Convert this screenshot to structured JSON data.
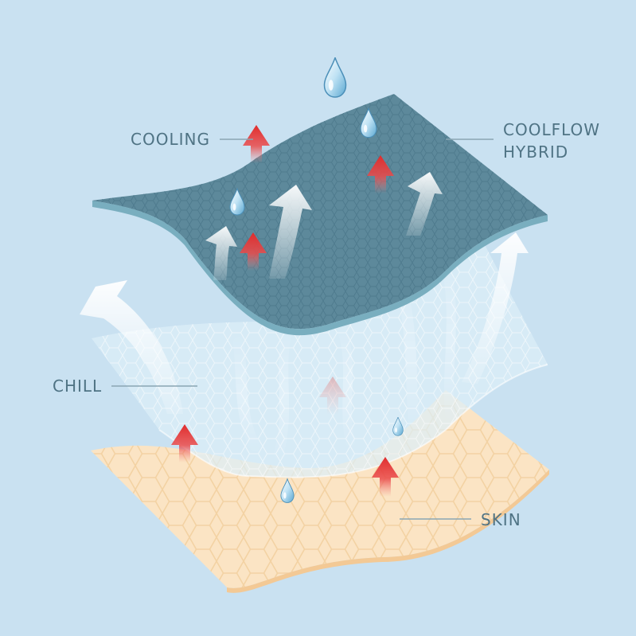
{
  "colors": {
    "background": "#c9e1f1",
    "top_layer": "#5d899b",
    "top_layer_edge": "#79aebf",
    "middle_layer": "#dceef8",
    "skin_layer": "#fbe4c4",
    "heat_arrow": "#e02c2c",
    "label_text": "#4f7384",
    "leader_line": "#8aa6b3"
  },
  "labels": {
    "cooling": "COOLING",
    "coolflow_line1": "COOLFLOW",
    "coolflow_line2": "HYBRID",
    "chill": "CHILL",
    "skin": "SKIN"
  },
  "icons": {
    "droplet": "water-droplet-icon",
    "heat": "red-up-arrow-icon",
    "airflow": "white-curved-arrow-icon"
  }
}
